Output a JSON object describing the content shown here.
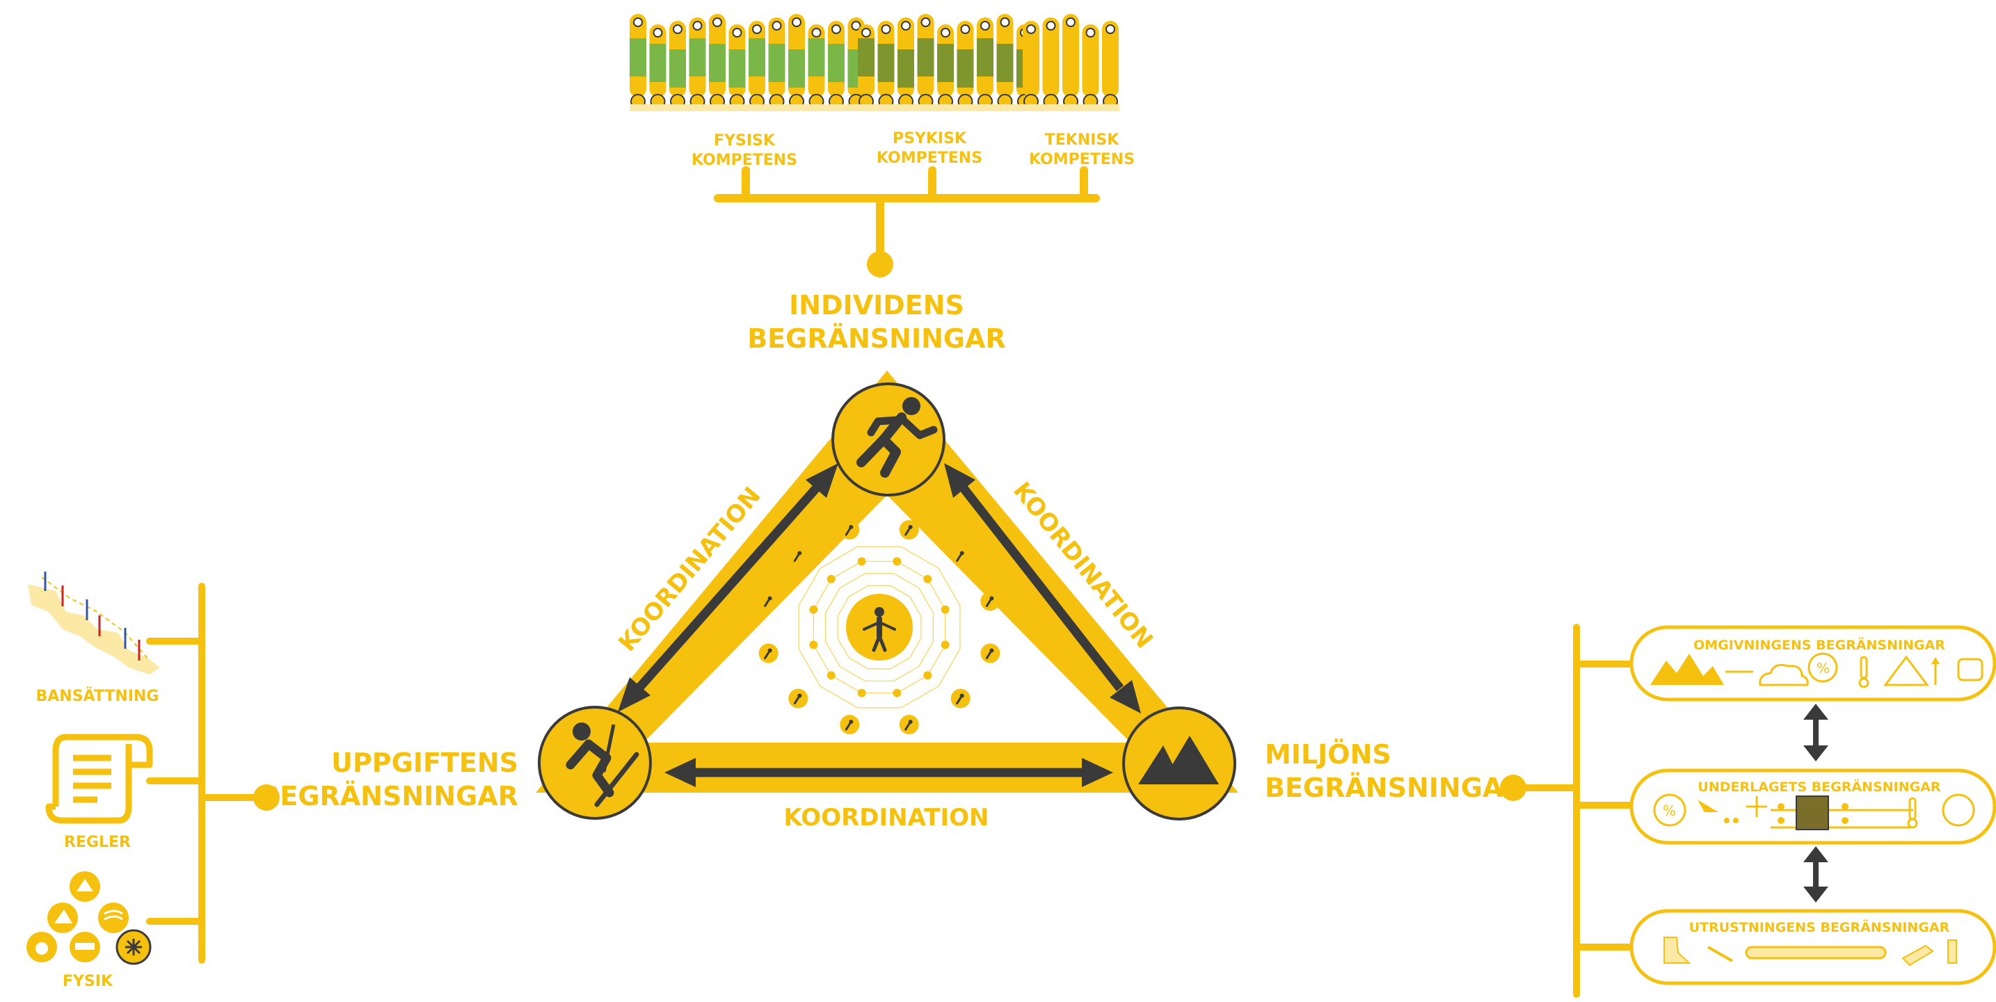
{
  "colors": {
    "accent": "#f5c10e",
    "accent_light": "#fde9a6",
    "dark": "#3a3a3a",
    "green": "#7ab648",
    "olive": "#7f962f"
  },
  "top": {
    "groups": [
      {
        "line1": "FYSISK",
        "line2": "KOMPETENS"
      },
      {
        "line1": "PSYKISK",
        "line2": "KOMPETENS"
      },
      {
        "line1": "TEKNISK",
        "line2": "KOMPETENS"
      }
    ],
    "title_line1": "INDIVIDENS",
    "title_line2": "BEGRÄNSNINGAR"
  },
  "left": {
    "title_line1": "UPPGIFTENS",
    "title_line2": "BEGRÄNSNINGAR",
    "items": [
      {
        "label": "BANSÄTTNING",
        "icon": "slalom-course-icon"
      },
      {
        "label": "REGLER",
        "icon": "scroll-icon"
      },
      {
        "label": "FYSIK",
        "icon": "physics-icons-cluster"
      }
    ]
  },
  "right": {
    "title_line1": "MILJÖNS",
    "title_line2": "BEGRÄNSNINGAR",
    "panels": [
      {
        "label": "OMGIVNINGENS BEGRÄNSNINGAR"
      },
      {
        "label": "UNDERLAGETS BEGRÄNSNINGAR"
      },
      {
        "label": "UTRUSTNINGENS BEGRÄNSNINGAR"
      }
    ]
  },
  "triangle": {
    "edge_left": "KOORDINATION",
    "edge_right": "KOORDINATION",
    "edge_bottom": "KOORDINATION",
    "vertex_top_icon": "runner-icon",
    "vertex_left_icon": "skier-icon",
    "vertex_right_icon": "mountains-icon",
    "center_icon": "person-network-icon"
  }
}
